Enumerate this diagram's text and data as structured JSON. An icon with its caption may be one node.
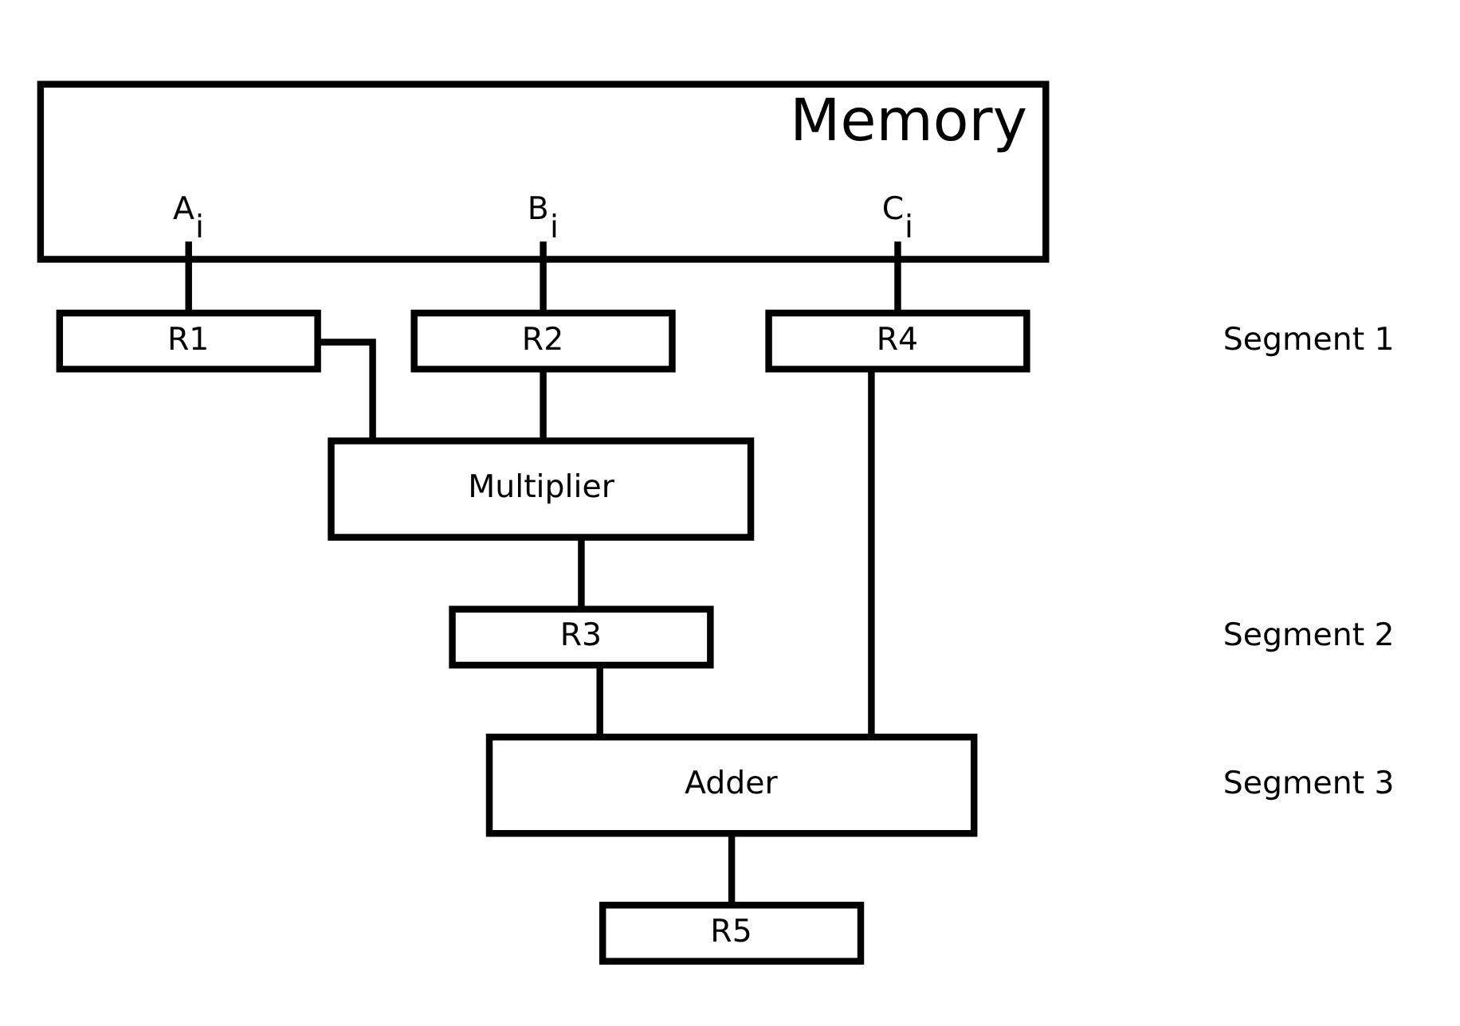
{
  "diagram": {
    "nodes": [
      {
        "text": [
          "Memory"
        ]
      },
      {
        "text": [
          "A$_{i}$"
        ],
        "in": 0
      },
      {
        "text": [
          "B$_{i}$"
        ],
        "in": 0
      },
      {
        "text": [
          "C$_{i}$"
        ],
        "in": 0
      },
      {
        "text": [
          "R1"
        ]
      },
      {
        "text": [
          "R2"
        ]
      },
      {
        "text": [
          "Multiplier"
        ]
      },
      {
        "text": [
          "R3"
        ]
      },
      {
        "text": [
          "R4"
        ]
      },
      {
        "text": [
          "Adder"
        ]
      },
      {
        "text": [
          "R5"
        ]
      }
    ],
    "edges": [
      {
        "from": 1,
        "to": 4,
        "arrow": "none"
      },
      {
        "from": 2,
        "to": 5,
        "arrow": "none"
      },
      {
        "from": 3,
        "to": 8,
        "arrow": "none"
      },
      {
        "from": 4,
        "to": 6,
        "arrow": "none"
      },
      {
        "from": 5,
        "to": 6,
        "arrow": "none"
      },
      {
        "from": 6,
        "to": 7,
        "arrow": "none"
      },
      {
        "from": 7,
        "to": 9,
        "arrow": "none"
      },
      {
        "from": 8,
        "to": 9,
        "arrow": "none"
      },
      {
        "from": 9,
        "to": 10,
        "arrow": "none"
      }
    ],
    "labels": [
      "Segment 1",
      "Segment 2",
      "Segment 3"
    ]
  }
}
